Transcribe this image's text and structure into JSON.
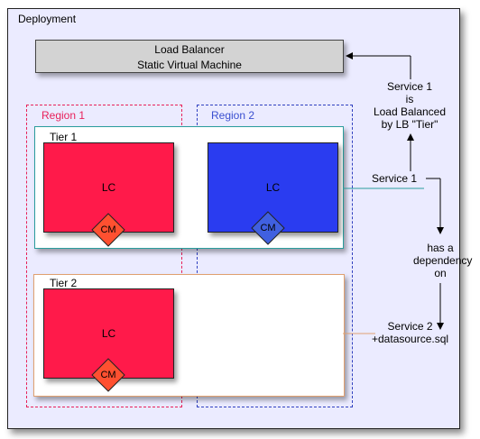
{
  "deployment": {
    "label": "Deployment"
  },
  "load_balancer": {
    "line1": "Load Balancer",
    "line2": "Static Virtual Machine"
  },
  "regions": [
    {
      "label": "Region 1",
      "color": "#e8205a"
    },
    {
      "label": "Region 2",
      "color": "#3a4fd0"
    }
  ],
  "tiers": [
    {
      "label": "Tier 1",
      "border_color": "#2a9d9d"
    },
    {
      "label": "Tier 2",
      "border_color": "#e0a070"
    }
  ],
  "lcs": [
    {
      "label": "LC",
      "color": "#ff1a4a"
    },
    {
      "label": "LC",
      "color": "#2a3cf0"
    },
    {
      "label": "LC",
      "color": "#ff1a4a"
    }
  ],
  "cms": [
    {
      "label": "CM",
      "color": "#ff5030"
    },
    {
      "label": "CM",
      "color": "#4060e0"
    },
    {
      "label": "CM",
      "color": "#ff5030"
    }
  ],
  "annotations": {
    "lb_note": [
      "Service 1",
      "is",
      "Load Balanced",
      "by LB \"Tier\""
    ],
    "service1": "Service 1",
    "dependency": [
      "has a",
      "dependency",
      "on"
    ],
    "service2": [
      "Service 2",
      "+datasource.sql"
    ]
  }
}
